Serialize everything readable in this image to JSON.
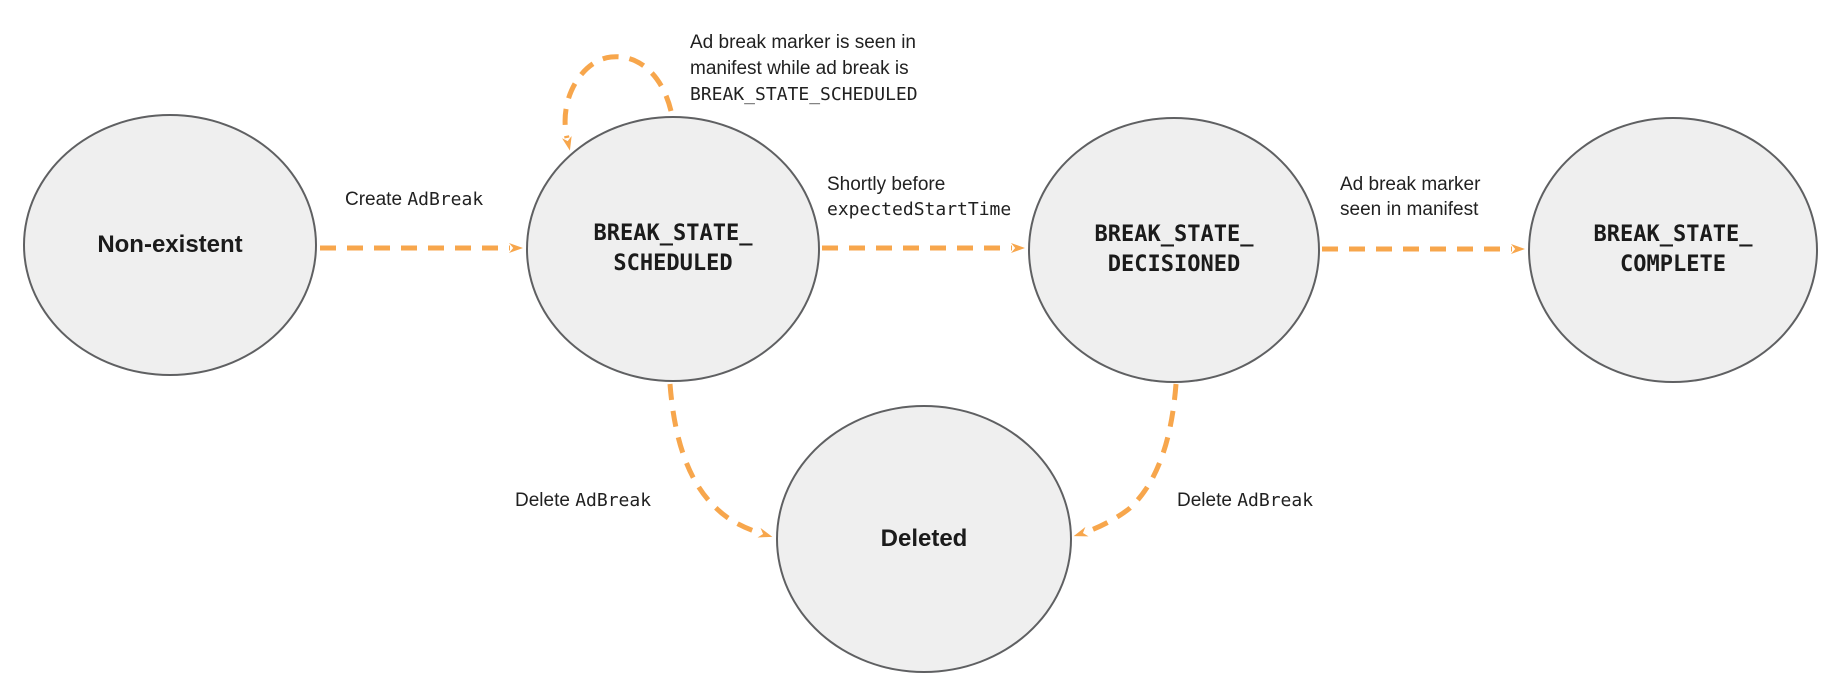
{
  "colors": {
    "arrow_orange": "#F7A64C",
    "node_fill": "#EFEFEF",
    "node_border": "#5F6062",
    "text": "#212121"
  },
  "states": [
    {
      "name": "Non-existent"
    },
    {
      "lines": [
        "BREAK_STATE_",
        "SCHEDULED"
      ]
    },
    {
      "lines": [
        "BREAK_STATE_",
        "DECISIONED"
      ]
    },
    {
      "lines": [
        "BREAK_STATE_",
        "COMPLETE"
      ]
    },
    {
      "name": "Deleted"
    }
  ],
  "transitions": {
    "create": {
      "sans": "Create ",
      "code": "AdBreak"
    },
    "self_loop": {
      "sans_lines": [
        "Ad break marker is seen in",
        "manifest while ad break is"
      ],
      "code_line": "BREAK_STATE_SCHEDULED"
    },
    "to_decisioned": {
      "sans": "Shortly before",
      "code": "expectedStartTime"
    },
    "to_complete": {
      "sans_lines": [
        "Ad break marker",
        "seen in manifest"
      ]
    },
    "delete_from_scheduled": {
      "sans": "Delete ",
      "code": "AdBreak"
    },
    "delete_from_decisioned": {
      "sans": "Delete ",
      "code": "AdBreak"
    }
  }
}
